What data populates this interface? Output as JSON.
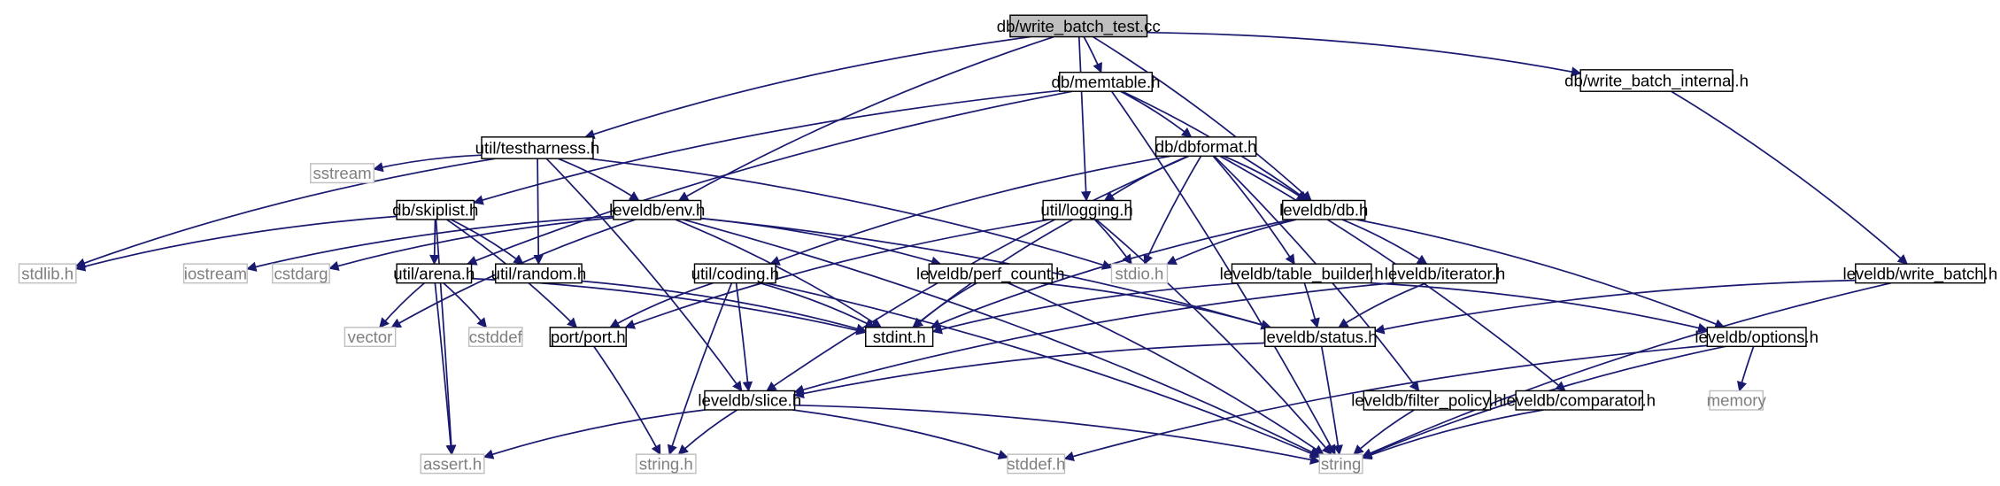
{
  "colors": {
    "edge": "#191970",
    "root_fill": "#bfbfbf",
    "box_border": "#000000",
    "system_border": "#bfbfbf",
    "system_text": "#7f7f7f"
  },
  "nodes": [
    {
      "id": "root",
      "label": "db/write_batch_test.cc",
      "kind": "root"
    },
    {
      "id": "memtable",
      "label": "db/memtable.h",
      "kind": "project"
    },
    {
      "id": "wbi",
      "label": "db/write_batch_internal.h",
      "kind": "project"
    },
    {
      "id": "testharness",
      "label": "util/testharness.h",
      "kind": "project"
    },
    {
      "id": "dbformat",
      "label": "db/dbformat.h",
      "kind": "project"
    },
    {
      "id": "sstream",
      "label": "sstream",
      "kind": "system"
    },
    {
      "id": "skiplist",
      "label": "db/skiplist.h",
      "kind": "project"
    },
    {
      "id": "env",
      "label": "leveldb/env.h",
      "kind": "project"
    },
    {
      "id": "logging",
      "label": "util/logging.h",
      "kind": "project"
    },
    {
      "id": "db",
      "label": "leveldb/db.h",
      "kind": "project"
    },
    {
      "id": "stdlib",
      "label": "stdlib.h",
      "kind": "system"
    },
    {
      "id": "iostream",
      "label": "iostream",
      "kind": "system"
    },
    {
      "id": "cstdarg",
      "label": "cstdarg",
      "kind": "system"
    },
    {
      "id": "arena",
      "label": "util/arena.h",
      "kind": "project"
    },
    {
      "id": "random",
      "label": "util/random.h",
      "kind": "project"
    },
    {
      "id": "coding",
      "label": "util/coding.h",
      "kind": "project"
    },
    {
      "id": "perf",
      "label": "leveldb/perf_count.h",
      "kind": "project"
    },
    {
      "id": "stdio",
      "label": "stdio.h",
      "kind": "system"
    },
    {
      "id": "tablebuilder",
      "label": "leveldb/table_builder.h",
      "kind": "project"
    },
    {
      "id": "iterator",
      "label": "leveldb/iterator.h",
      "kind": "project"
    },
    {
      "id": "writebatch",
      "label": "leveldb/write_batch.h",
      "kind": "project"
    },
    {
      "id": "vector",
      "label": "vector",
      "kind": "system"
    },
    {
      "id": "cstddef",
      "label": "cstddef",
      "kind": "system"
    },
    {
      "id": "port",
      "label": "port/port.h",
      "kind": "project"
    },
    {
      "id": "stdint",
      "label": "stdint.h",
      "kind": "project"
    },
    {
      "id": "status",
      "label": "leveldb/status.h",
      "kind": "project"
    },
    {
      "id": "options",
      "label": "leveldb/options.h",
      "kind": "project"
    },
    {
      "id": "memory",
      "label": "memory",
      "kind": "system"
    },
    {
      "id": "slice",
      "label": "leveldb/slice.h",
      "kind": "project"
    },
    {
      "id": "filterpolicy",
      "label": "leveldb/filter_policy.h",
      "kind": "project"
    },
    {
      "id": "comparator",
      "label": "leveldb/comparator.h",
      "kind": "project"
    },
    {
      "id": "assert",
      "label": "assert.h",
      "kind": "system"
    },
    {
      "id": "stringh",
      "label": "string.h",
      "kind": "system"
    },
    {
      "id": "stddef",
      "label": "stddef.h",
      "kind": "system"
    },
    {
      "id": "string",
      "label": "string",
      "kind": "system"
    }
  ],
  "edges": [
    [
      "root",
      "memtable"
    ],
    [
      "root",
      "wbi"
    ],
    [
      "root",
      "testharness"
    ],
    [
      "root",
      "env"
    ],
    [
      "root",
      "logging"
    ],
    [
      "root",
      "db"
    ],
    [
      "wbi",
      "writebatch"
    ],
    [
      "memtable",
      "dbformat"
    ],
    [
      "memtable",
      "skiplist"
    ],
    [
      "memtable",
      "arena"
    ],
    [
      "memtable",
      "db"
    ],
    [
      "memtable",
      "string"
    ],
    [
      "testharness",
      "sstream"
    ],
    [
      "testharness",
      "env"
    ],
    [
      "testharness",
      "stdlib"
    ],
    [
      "testharness",
      "stdio"
    ],
    [
      "testharness",
      "random"
    ],
    [
      "testharness",
      "slice"
    ],
    [
      "dbformat",
      "logging"
    ],
    [
      "dbformat",
      "db"
    ],
    [
      "dbformat",
      "coding"
    ],
    [
      "dbformat",
      "stdio"
    ],
    [
      "dbformat",
      "tablebuilder"
    ],
    [
      "dbformat",
      "slice"
    ],
    [
      "dbformat",
      "comparator"
    ],
    [
      "dbformat",
      "filterpolicy"
    ],
    [
      "skiplist",
      "arena"
    ],
    [
      "skiplist",
      "random"
    ],
    [
      "skiplist",
      "port"
    ],
    [
      "skiplist",
      "stdlib"
    ],
    [
      "skiplist",
      "assert"
    ],
    [
      "env",
      "iostream"
    ],
    [
      "env",
      "cstdarg"
    ],
    [
      "env",
      "vector"
    ],
    [
      "env",
      "stdint"
    ],
    [
      "env",
      "perf"
    ],
    [
      "env",
      "status"
    ],
    [
      "env",
      "string"
    ],
    [
      "logging",
      "stdio"
    ],
    [
      "logging",
      "stdint"
    ],
    [
      "logging",
      "string"
    ],
    [
      "logging",
      "port"
    ],
    [
      "db",
      "stdio"
    ],
    [
      "db",
      "stdint"
    ],
    [
      "db",
      "iterator"
    ],
    [
      "db",
      "options"
    ],
    [
      "arena",
      "vector"
    ],
    [
      "arena",
      "cstddef"
    ],
    [
      "arena",
      "assert"
    ],
    [
      "arena",
      "stdint"
    ],
    [
      "random",
      "stdint"
    ],
    [
      "coding",
      "stdint"
    ],
    [
      "coding",
      "port"
    ],
    [
      "coding",
      "stringh"
    ],
    [
      "coding",
      "slice"
    ],
    [
      "coding",
      "string"
    ],
    [
      "perf",
      "stdint"
    ],
    [
      "perf",
      "status"
    ],
    [
      "perf",
      "string"
    ],
    [
      "tablebuilder",
      "stdint"
    ],
    [
      "tablebuilder",
      "status"
    ],
    [
      "tablebuilder",
      "options"
    ],
    [
      "iterator",
      "status"
    ],
    [
      "iterator",
      "slice"
    ],
    [
      "writebatch",
      "status"
    ],
    [
      "writebatch",
      "string"
    ],
    [
      "port",
      "stringh"
    ],
    [
      "status",
      "slice"
    ],
    [
      "status",
      "string"
    ],
    [
      "options",
      "memory"
    ],
    [
      "options",
      "string"
    ],
    [
      "options",
      "stddef"
    ],
    [
      "slice",
      "assert"
    ],
    [
      "slice",
      "stringh"
    ],
    [
      "slice",
      "stddef"
    ],
    [
      "slice",
      "string"
    ],
    [
      "filterpolicy",
      "string"
    ],
    [
      "comparator",
      "string"
    ]
  ]
}
